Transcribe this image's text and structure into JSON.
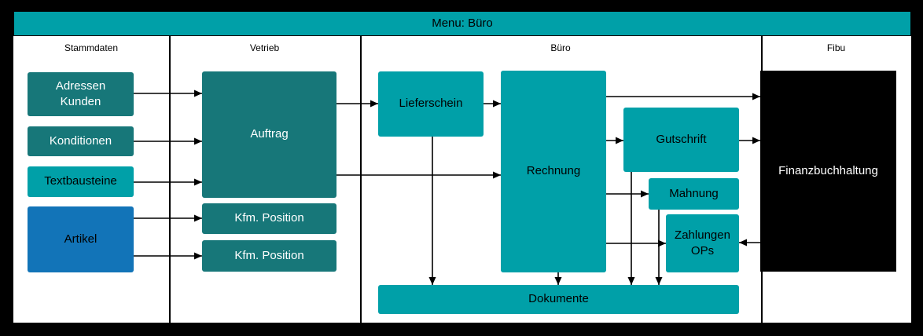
{
  "title": "Menu: Büro",
  "columns": [
    {
      "id": "stammdaten",
      "label": "Stammdaten"
    },
    {
      "id": "vetrieb",
      "label": "Vetrieb"
    },
    {
      "id": "buero",
      "label": "Büro"
    },
    {
      "id": "fibu",
      "label": "Fibu"
    }
  ],
  "boxes": {
    "adressen_kunden": {
      "label": "Adressen\nKunden",
      "column": "stammdaten"
    },
    "konditionen": {
      "label": "Konditionen",
      "column": "stammdaten"
    },
    "textbausteine": {
      "label": "Textbausteine",
      "column": "stammdaten"
    },
    "artikel": {
      "label": "Artikel",
      "column": "stammdaten"
    },
    "auftrag": {
      "label": "Auftrag",
      "column": "vetrieb"
    },
    "kfm_position_1": {
      "label": "Kfm. Position",
      "column": "vetrieb"
    },
    "kfm_position_2": {
      "label": "Kfm. Position",
      "column": "vetrieb"
    },
    "lieferschein": {
      "label": "Lieferschein",
      "column": "buero"
    },
    "rechnung": {
      "label": "Rechnung",
      "column": "buero"
    },
    "gutschrift": {
      "label": "Gutschrift",
      "column": "buero"
    },
    "mahnung": {
      "label": "Mahnung",
      "column": "buero"
    },
    "zahlungen_ops": {
      "label": "Zahlungen\nOPs",
      "column": "buero"
    },
    "dokumente": {
      "label": "Dokumente",
      "column": "buero"
    },
    "finanzbuchhaltung": {
      "label": "Finanzbuchhaltung",
      "column": "fibu"
    }
  },
  "connections": [
    {
      "from": "adressen_kunden",
      "to": "auftrag"
    },
    {
      "from": "konditionen",
      "to": "auftrag"
    },
    {
      "from": "textbausteine",
      "to": "auftrag"
    },
    {
      "from": "artikel",
      "to": "kfm_position_1"
    },
    {
      "from": "artikel",
      "to": "kfm_position_2"
    },
    {
      "from": "auftrag",
      "to": "lieferschein"
    },
    {
      "from": "auftrag",
      "to": "rechnung"
    },
    {
      "from": "lieferschein",
      "to": "rechnung"
    },
    {
      "from": "lieferschein",
      "to": "dokumente"
    },
    {
      "from": "rechnung",
      "to": "finanzbuchhaltung"
    },
    {
      "from": "rechnung",
      "to": "gutschrift"
    },
    {
      "from": "rechnung",
      "to": "mahnung"
    },
    {
      "from": "rechnung",
      "to": "zahlungen_ops"
    },
    {
      "from": "rechnung",
      "to": "dokumente"
    },
    {
      "from": "gutschrift",
      "to": "finanzbuchhaltung"
    },
    {
      "from": "gutschrift",
      "to": "dokumente"
    },
    {
      "from": "mahnung",
      "to": "dokumente"
    },
    {
      "from": "finanzbuchhaltung",
      "to": "zahlungen_ops"
    }
  ],
  "colors": {
    "teal": "#00A0A8",
    "dark_teal": "#177779",
    "blue": "#1274B8",
    "box_black": "#000000",
    "background": "#FFFFFF",
    "frame": "#000000"
  }
}
